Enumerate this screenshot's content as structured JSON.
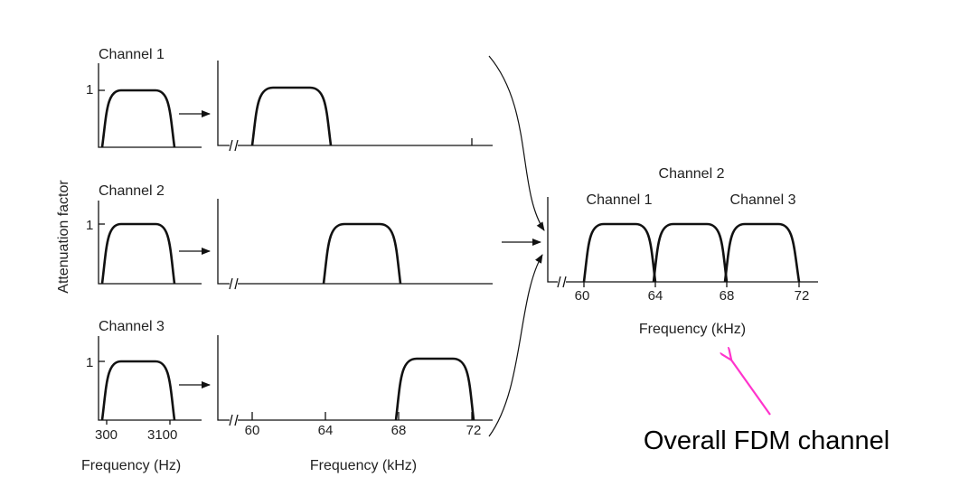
{
  "diagram": {
    "ylabel": "Attenuation factor",
    "one_label": "1",
    "baseband": {
      "channels": [
        "Channel 1",
        "Channel 2",
        "Channel 3"
      ],
      "ticks": [
        "300",
        "3100"
      ],
      "xlabel": "Frequency (Hz)"
    },
    "shifted": {
      "ticks": [
        "60",
        "64",
        "68",
        "72"
      ],
      "xlabel": "Frequency (kHz)"
    },
    "combined": {
      "channel_labels": [
        "Channel 1",
        "Channel 2",
        "Channel 3"
      ],
      "ticks": [
        "60",
        "64",
        "68",
        "72"
      ],
      "xlabel": "Frequency (kHz)"
    },
    "caption": "Overall FDM channel",
    "caption_arrow_color": "#ff33cc"
  }
}
